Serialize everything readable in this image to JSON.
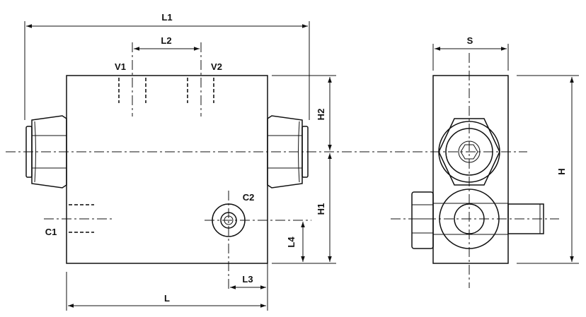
{
  "labels": {
    "L1": "L1",
    "L2": "L2",
    "V1": "V1",
    "V2": "V2",
    "S": "S",
    "H": "H",
    "H1": "H1",
    "H2": "H2",
    "C1": "C1",
    "C2": "C2",
    "L": "L",
    "L3": "L3",
    "L4": "L4"
  }
}
